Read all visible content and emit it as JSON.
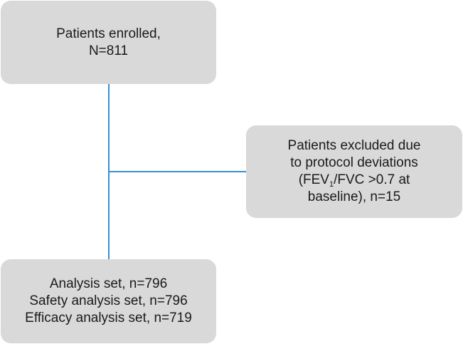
{
  "boxes": {
    "enrolled": {
      "lines": [
        "Patients enrolled,",
        "N=811"
      ]
    },
    "excluded": {
      "line1": "Patients excluded due",
      "line2": "to protocol deviations",
      "line3_pre": "(FEV",
      "line3_sub": "1",
      "line3_post": "/FVC >0.7 at",
      "line4": "baseline), n=15"
    },
    "analysis": {
      "lines": [
        "Analysis set, n=796",
        "Safety analysis set, n=796",
        "Efficacy analysis set, n=719"
      ]
    }
  },
  "colors": {
    "box_fill": "#d9d9d9",
    "connector": "#3a8fd0"
  }
}
